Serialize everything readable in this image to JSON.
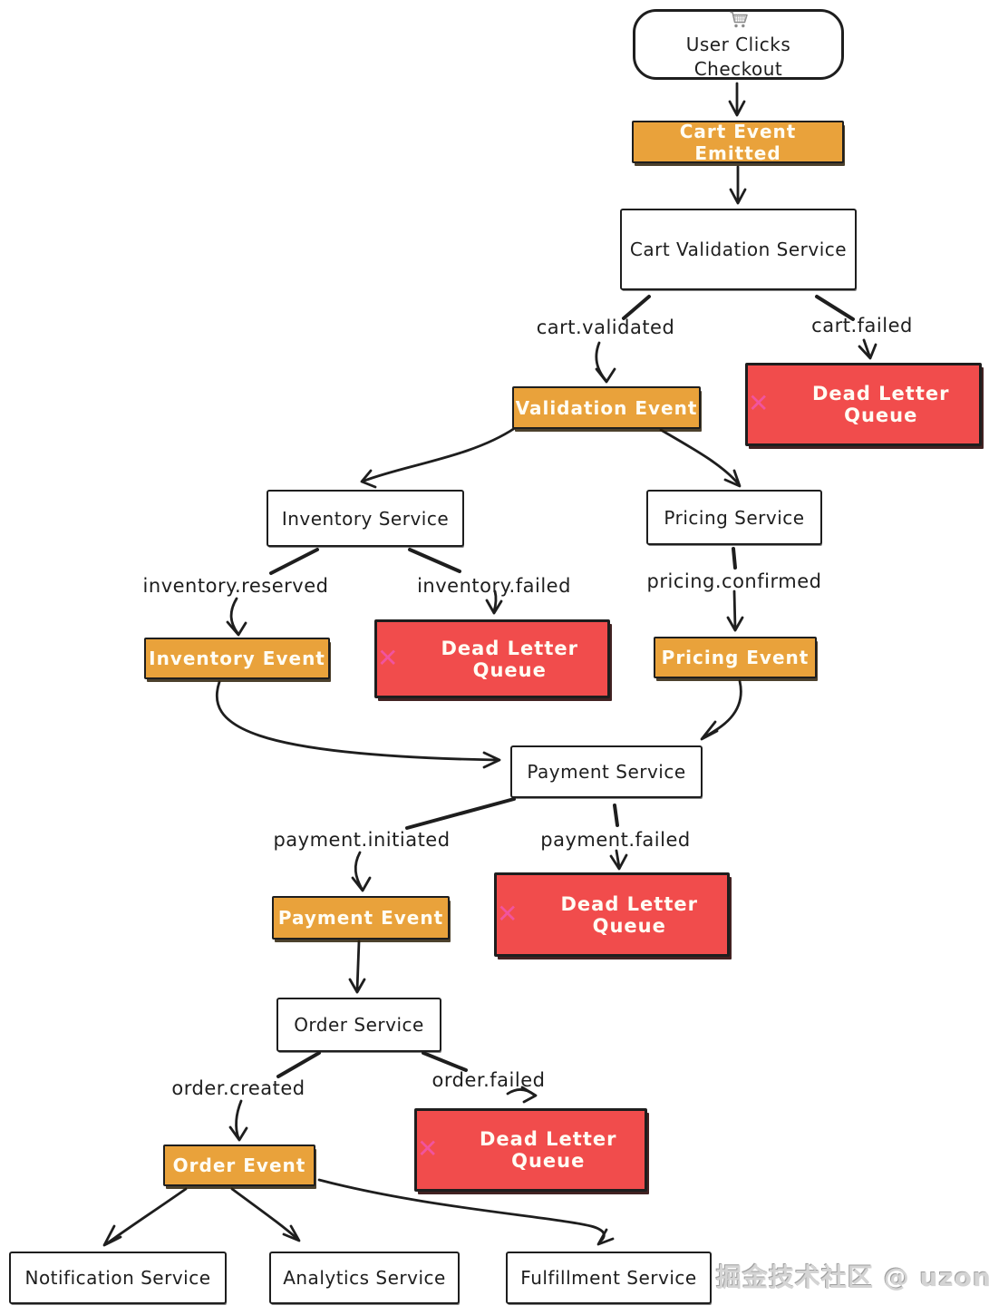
{
  "diagram": {
    "start_node": {
      "icon_name": "shopping-cart",
      "label": "User Clicks Checkout"
    },
    "services": {
      "cart_validation": "Cart Validation Service",
      "inventory": "Inventory Service",
      "pricing": "Pricing Service",
      "payment": "Payment Service",
      "order": "Order Service",
      "notification": "Notification Service",
      "analytics": "Analytics Service",
      "fulfillment": "Fulfillment Service"
    },
    "events": {
      "cart": "Cart Event Emitted",
      "validation": "Validation Event",
      "inventory": "Inventory Event",
      "pricing": "Pricing Event",
      "payment": "Payment Event",
      "order": "Order Event"
    },
    "dead_letter_queue": {
      "icon": "✕",
      "label": "Dead Letter Queue"
    },
    "edge_labels": {
      "cart_validated": "cart.validated",
      "cart_failed": "cart.failed",
      "inventory_reserved": "inventory.reserved",
      "inventory_failed": "inventory.failed",
      "pricing_confirmed": "pricing.confirmed",
      "payment_initiated": "payment.initiated",
      "payment_failed": "payment.failed",
      "order_created": "order.created",
      "order_failed": "order.failed"
    },
    "colors": {
      "event-fill": "#E9A23B",
      "dlq-fill": "#F14C4C",
      "dlq-x": "#F1549E",
      "ink": "#1e1e1e",
      "box-text-light": "#FFFDF4",
      "watermark-gray": "#d4d4d4"
    },
    "watermark": "掘金技术社区 @ uzong"
  }
}
